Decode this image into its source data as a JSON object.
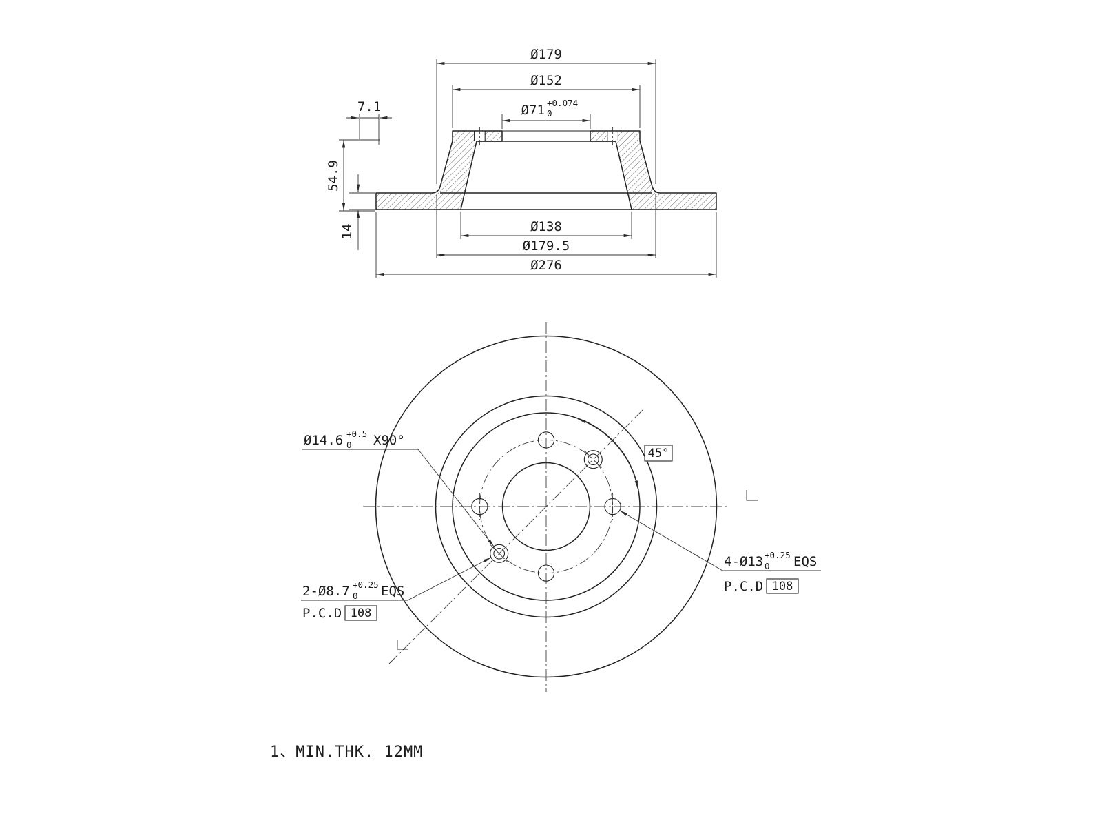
{
  "section_view": {
    "dims": {
      "d179": "Ø179",
      "d152": "Ø152",
      "d71": "Ø71",
      "d71_tol_up": "+0.074",
      "d71_tol_dn": "0",
      "d7_1": "7.1",
      "d54_9": "54.9",
      "d14": "14",
      "d138": "Ø138",
      "d179_5": "Ø179.5",
      "d276": "Ø276"
    }
  },
  "front_view": {
    "countersink": {
      "main": "Ø14.6",
      "tol_up": "+0.5",
      "tol_dn": "0",
      "suffix": "X90°"
    },
    "angle_label": "45°",
    "bolt_holes": {
      "main": "4-Ø13",
      "tol_up": "+0.25",
      "tol_dn": "0",
      "suffix": "EQS",
      "pcd_label": "P.C.D",
      "pcd_value": "108"
    },
    "screw_holes": {
      "main": "2-Ø8.7",
      "tol_up": "+0.25",
      "tol_dn": "0",
      "suffix": "EQS",
      "pcd_label": "P.C.D",
      "pcd_value": "108"
    }
  },
  "notes": {
    "note1": "1、MIN.THK. 12MM"
  },
  "colors": {
    "background": "#ffffff",
    "line": "#222222",
    "text": "#1b1b1b"
  }
}
